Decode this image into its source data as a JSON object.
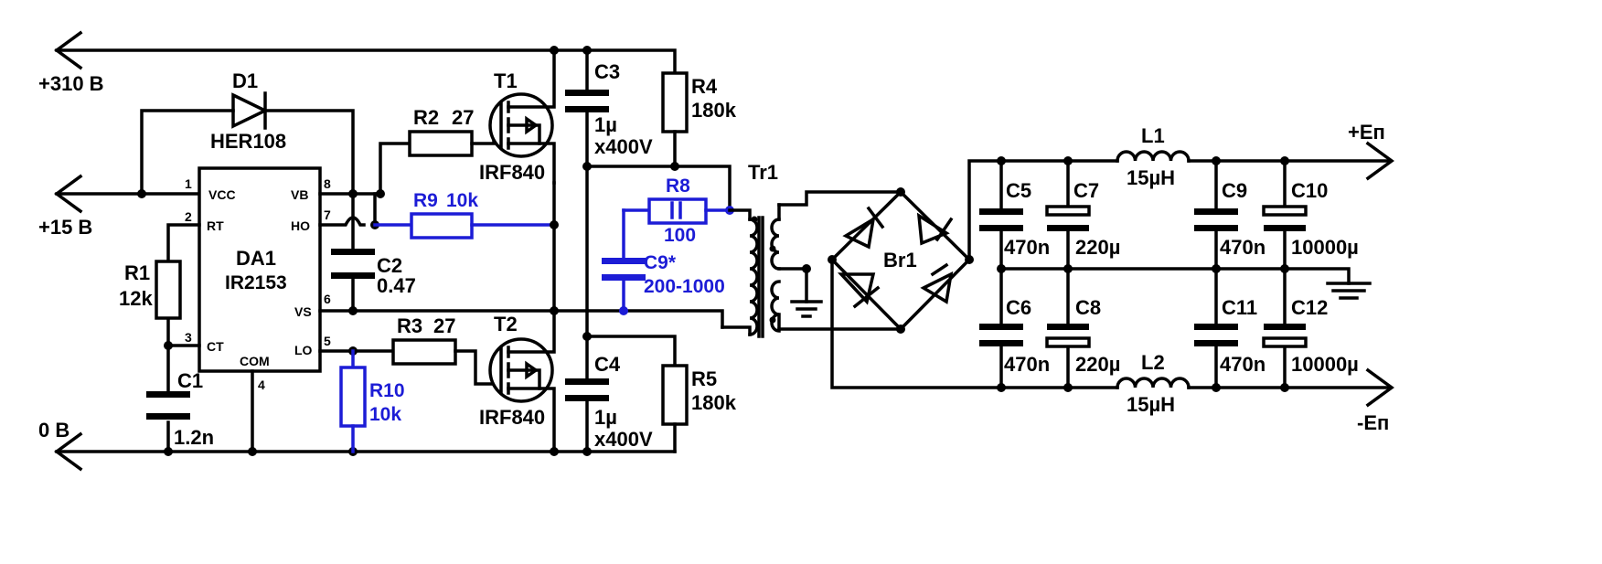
{
  "rails": {
    "plus310": "+310 В",
    "plus15": "+15 В",
    "zero": "0 В",
    "plus_ep": "+Eп",
    "minus_ep": "-Eп"
  },
  "ic": {
    "name": "DA1",
    "type": "IR2153",
    "pins": {
      "vcc": "VCC",
      "rt": "RT",
      "ct": "CT",
      "com": "COM",
      "vb": "VB",
      "ho": "HO",
      "vs": "VS",
      "lo": "LO",
      "p1": "1",
      "p2": "2",
      "p3": "3",
      "p4": "4",
      "p5": "5",
      "p6": "6",
      "p7": "7",
      "p8": "8"
    }
  },
  "parts": {
    "d1": {
      "ref": "D1",
      "value": "HER108"
    },
    "r1": {
      "ref": "R1",
      "value": "12k"
    },
    "c1": {
      "ref": "C1",
      "value": "1.2n"
    },
    "c2": {
      "ref": "C2",
      "value": "0.47"
    },
    "r2": {
      "ref": "R2",
      "value": "27"
    },
    "r3": {
      "ref": "R3",
      "value": "27"
    },
    "r9": {
      "ref": "R9",
      "value": "10k"
    },
    "r10": {
      "ref": "R10",
      "value": "10k"
    },
    "t1": {
      "ref": "T1",
      "value": "IRF840"
    },
    "t2": {
      "ref": "T2",
      "value": "IRF840"
    },
    "c3": {
      "ref": "C3",
      "value": "1µ",
      "voltage": "x400V"
    },
    "c4": {
      "ref": "C4",
      "value": "1µ",
      "voltage": "x400V"
    },
    "r4": {
      "ref": "R4",
      "value": "180k"
    },
    "r5": {
      "ref": "R5",
      "value": "180k"
    },
    "r8": {
      "ref": "R8",
      "value": "100",
      "mark": "||"
    },
    "c9s": {
      "ref": "C9*",
      "value": "200-1000"
    },
    "tr1": {
      "ref": "Tr1"
    },
    "br1": {
      "ref": "Br1"
    },
    "c5": {
      "ref": "C5",
      "value": "470n"
    },
    "c6": {
      "ref": "C6",
      "value": "470n"
    },
    "c7": {
      "ref": "C7",
      "value": "220µ"
    },
    "c8": {
      "ref": "C8",
      "value": "220µ"
    },
    "l1": {
      "ref": "L1",
      "value": "15µH"
    },
    "l2": {
      "ref": "L2",
      "value": "15µH"
    },
    "c9": {
      "ref": "C9",
      "value": "470n"
    },
    "c11": {
      "ref": "C11",
      "value": "470n"
    },
    "c10": {
      "ref": "C10",
      "value": "10000µ"
    },
    "c12": {
      "ref": "C12",
      "value": "10000µ"
    }
  }
}
